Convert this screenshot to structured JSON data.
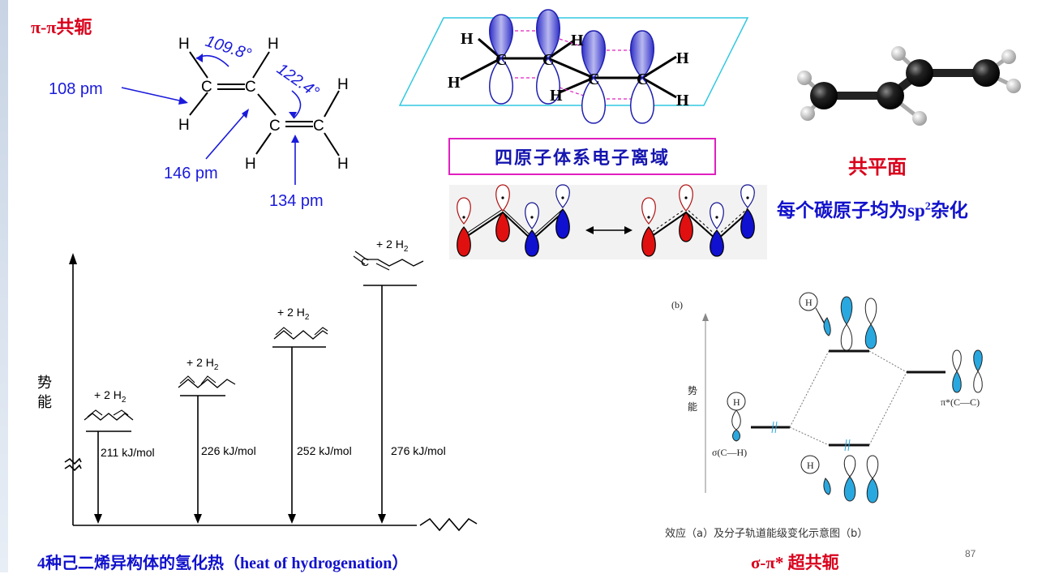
{
  "slide": {
    "title": "π-π共轭",
    "delocal_box": "四原子体系电子离域",
    "coplanar": "共平面",
    "sp2_prefix": "每个碳原子均为sp",
    "sp2_sup": "2",
    "sp2_suffix": "杂化",
    "hydro_caption": "4种己二烯异构体的氢化热（heat of hydrogenation）",
    "hyperconj_title": "σ-π* 超共轭",
    "page_number": "87"
  },
  "structure": {
    "atom_c": "C",
    "atom_h": "H",
    "angle1": "109.8°",
    "angle2": "122.4°",
    "bond_ch": "108 pm",
    "bond_single": "146 pm",
    "bond_double": "134 pm"
  },
  "energy": {
    "axis_label_1": "势",
    "axis_label_2": "能",
    "h2": "+ 2 H",
    "h2_sub": "2",
    "values": [
      "211 kJ/mol",
      "226 kJ/mol",
      "252 kJ/mol",
      "276 kJ/mol"
    ]
  },
  "mo_diagram": {
    "panel": "(b)",
    "axis_1": "势",
    "axis_2": "能",
    "sigma_label": "σ(C—H)",
    "pi_star_label": "π*(C—C)",
    "h_label": "H",
    "caption": "效应（a）及分子轨道能级变化示意图（b）"
  }
}
